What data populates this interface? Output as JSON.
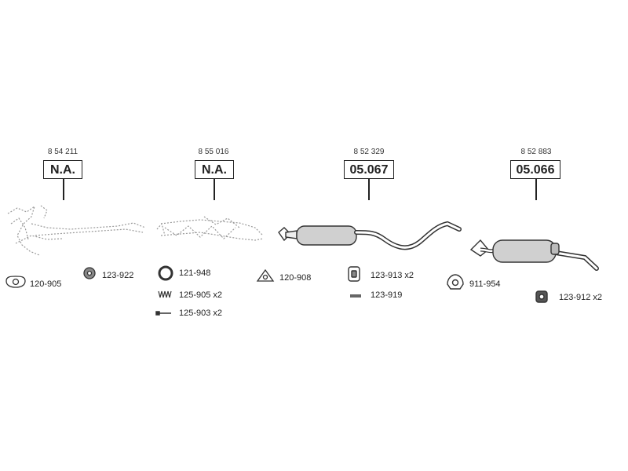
{
  "assemblies": [
    {
      "part_number": "8 54 211",
      "code": "N.A."
    },
    {
      "part_number": "8 55 016",
      "code": "N.A."
    },
    {
      "part_number": "8 52 329",
      "code": "05.067"
    },
    {
      "part_number": "8 52 883",
      "code": "05.066"
    }
  ],
  "accessories": [
    {
      "id": "120-905",
      "label": "120-905",
      "icon": "flange-gasket-icon"
    },
    {
      "id": "123-922",
      "label": "123-922",
      "icon": "rubber-mount-icon"
    },
    {
      "id": "121-948",
      "label": "121-948",
      "icon": "seal-ring-icon"
    },
    {
      "id": "125-905",
      "label": "125-905 x2",
      "icon": "spring-icon"
    },
    {
      "id": "125-903",
      "label": "125-903 x2",
      "icon": "bolt-icon"
    },
    {
      "id": "120-908",
      "label": "120-908",
      "icon": "triangle-gasket-icon"
    },
    {
      "id": "123-913",
      "label": "123-913 x2",
      "icon": "hanger-icon"
    },
    {
      "id": "123-919",
      "label": "123-919",
      "icon": "strap-icon"
    },
    {
      "id": "911-954",
      "label": "911-954",
      "icon": "clamp-icon"
    },
    {
      "id": "123-912",
      "label": "123-912 x2",
      "icon": "rubber-ring-icon"
    }
  ]
}
